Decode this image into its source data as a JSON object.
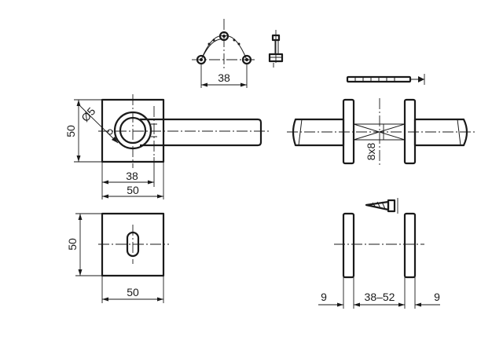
{
  "dimensions": {
    "top_hole_spacing": "38",
    "rose_height_top": "50",
    "rose_diameter": "Ø5",
    "lever_offset": "38",
    "rose_width_top": "50",
    "rose_height_bottom": "50",
    "rose_width_bottom": "50",
    "spindle_size": "8x8",
    "door_thickness_range": "38–52",
    "rose_thickness_left": "9",
    "rose_thickness_right": "9"
  }
}
